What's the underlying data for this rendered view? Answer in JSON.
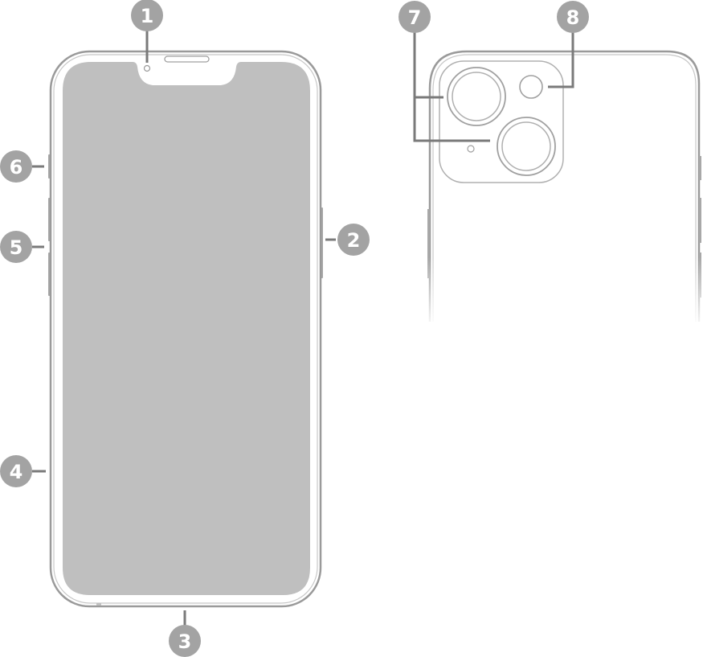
{
  "diagram": {
    "subject": "iPhone front and back",
    "colors": {
      "callout_fill": "#a3a3a3",
      "callout_text": "#ffffff",
      "leader_line": "#7a7a7a",
      "outline": "#9a9a9a",
      "screen": "#bfbfbf",
      "background": "#ffffff"
    },
    "callouts": [
      {
        "number": "1",
        "target": "front-camera"
      },
      {
        "number": "2",
        "target": "side-button"
      },
      {
        "number": "3",
        "target": "charging-port"
      },
      {
        "number": "4",
        "target": "sim-tray"
      },
      {
        "number": "5",
        "target": "volume-buttons"
      },
      {
        "number": "6",
        "target": "ring-silent-switch"
      },
      {
        "number": "7",
        "target": "rear-cameras"
      },
      {
        "number": "8",
        "target": "flash"
      }
    ]
  }
}
